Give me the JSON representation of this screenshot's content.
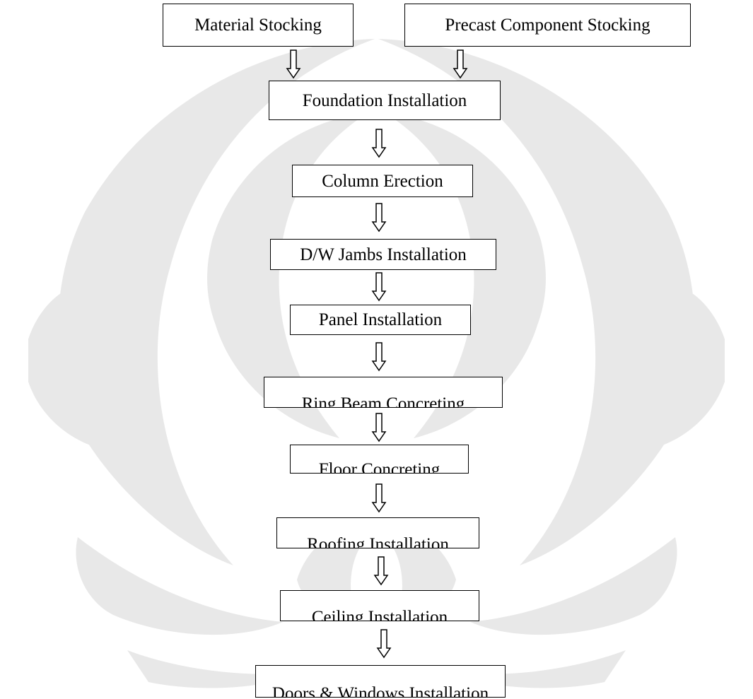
{
  "watermark_color": "#e8e8e8",
  "steps": {
    "material_stocking": "Material Stocking",
    "precast_component_stocking": "Precast Component Stocking",
    "foundation_installation": "Foundation Installation",
    "column_erection": "Column Erection",
    "dw_jambs_installation": "D/W Jambs Installation",
    "panel_installation": "Panel Installation",
    "ring_beam_concreting": "Ring Beam Concreting",
    "floor_concreting": "Floor Concreting",
    "roofing_installation": "Roofing Installation",
    "ceiling_installation": "Ceiling Installation",
    "doors_windows_installation": "Doors & Windows Installation"
  },
  "arrow_icon": "hollow-down-arrow-icon"
}
